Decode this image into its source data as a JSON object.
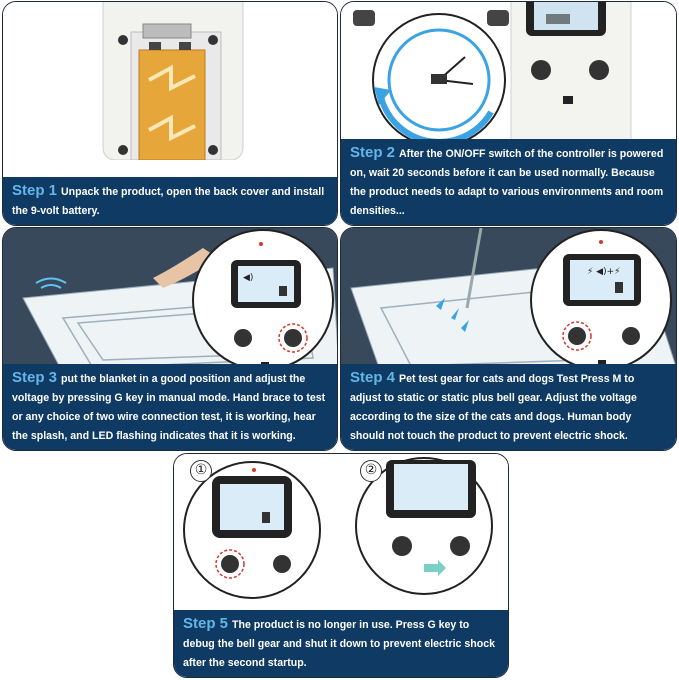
{
  "steps": [
    {
      "label": "Step 1",
      "text": "Unpack the product, open the back cover and install the 9-volt battery."
    },
    {
      "label": "Step 2",
      "text": "After the ON/OFF switch of the controller is powered on, wait 20 seconds before it can be used normally. Because the product needs to adapt to various environments and room densities..."
    },
    {
      "label": "Step 3",
      "text": "put the blanket in a good position and adjust the voltage by pressing G key in manual mode. Hand brace to test or any choice of two wire connection test, it is working, hear the splash, and LED flashing indicates that it is working."
    },
    {
      "label": "Step 4",
      "text": "Pet test gear for cats and dogs Test Press M to adjust to static or static plus bell gear. Adjust the voltage according to the size of the cats and dogs. Human body should not touch the product to prevent electric shock."
    },
    {
      "label": "Step 5",
      "text": "The product is no longer in use. Press G key to debug the bell gear and shut it down to prevent electric shock after the second startup."
    }
  ],
  "markers": {
    "one": "①",
    "two": "②"
  },
  "colors": {
    "caption_bg": "#0f3a63",
    "step_label": "#63b6ea",
    "accent_red": "#d23b2f"
  }
}
